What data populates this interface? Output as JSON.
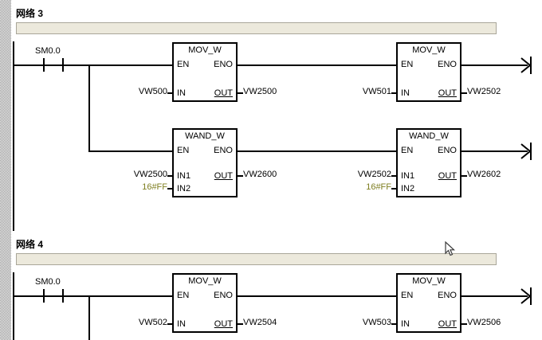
{
  "app": {
    "editor": "ladder-logic-editor",
    "background_color": "#ffffff",
    "line_color": "#000000",
    "comment_bar_color": "#ece9dc",
    "constant_color": "#808000"
  },
  "networks": [
    {
      "title": "网络 3",
      "comment": "",
      "contact_label": "SM0.0",
      "rungs": [
        {
          "box": {
            "name": "MOV_W",
            "pins_left": [
              "EN",
              "IN"
            ],
            "pins_right": [
              "ENO",
              "OUT"
            ],
            "in_operand": "VW500",
            "out_operand": "VW2500"
          },
          "box2": {
            "name": "MOV_W",
            "pins_left": [
              "EN",
              "IN"
            ],
            "pins_right": [
              "ENO",
              "OUT"
            ],
            "in_operand": "VW501",
            "out_operand": "VW2502",
            "continuation": "arrow-right-icon"
          }
        },
        {
          "box": {
            "name": "WAND_W",
            "pins_left": [
              "EN",
              "IN1",
              "IN2"
            ],
            "pins_right": [
              "ENO",
              "OUT"
            ],
            "in1_operand": "VW2500",
            "in2_operand": "16#FF",
            "out_operand": "VW2600"
          },
          "box2": {
            "name": "WAND_W",
            "pins_left": [
              "EN",
              "IN1",
              "IN2"
            ],
            "pins_right": [
              "ENO",
              "OUT"
            ],
            "in1_operand": "VW2502",
            "in2_operand": "16#FF",
            "out_operand": "VW2602",
            "continuation": "arrow-right-icon"
          }
        }
      ]
    },
    {
      "title": "网络 4",
      "comment": "",
      "contact_label": "SM0.0",
      "rungs": [
        {
          "box": {
            "name": "MOV_W",
            "pins_left": [
              "EN",
              "IN"
            ],
            "pins_right": [
              "ENO",
              "OUT"
            ],
            "in_operand": "VW502",
            "out_operand": "VW2504"
          },
          "box2": {
            "name": "MOV_W",
            "pins_left": [
              "EN",
              "IN"
            ],
            "pins_right": [
              "ENO",
              "OUT"
            ],
            "in_operand": "VW503",
            "out_operand": "VW2506",
            "continuation": "arrow-right-icon"
          }
        }
      ]
    }
  ]
}
